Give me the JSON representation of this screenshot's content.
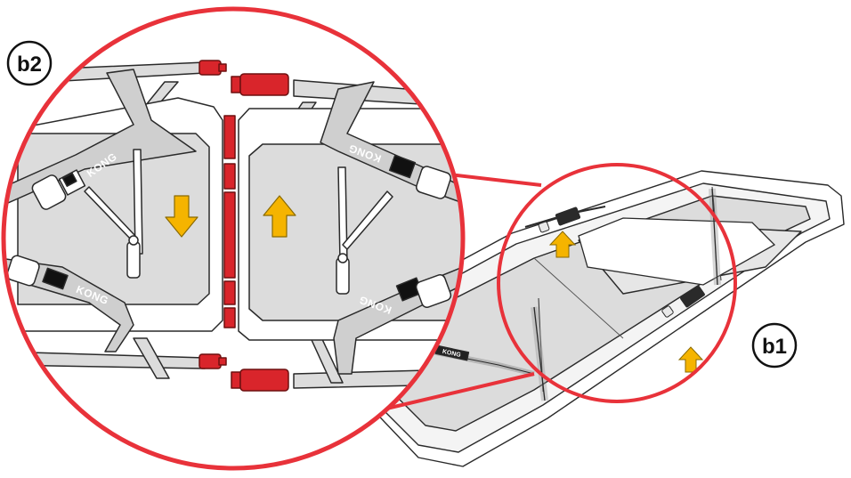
{
  "callouts": {
    "b1": "b1",
    "b2": "b2"
  },
  "brand": {
    "strap_text": "KONG"
  },
  "colors": {
    "highlight_circle": "#e8323a",
    "arrow": "#f5b400",
    "arrow_outline": "#8a6a00",
    "connector_red": "#d9252b",
    "stretcher_gray": "#dcdcdc",
    "stretcher_outline": "#2a2a2a",
    "strap": "#cfcfcf"
  },
  "icons": {
    "down_arrow": "arrow-down-icon",
    "up_arrow": "arrow-up-icon"
  }
}
